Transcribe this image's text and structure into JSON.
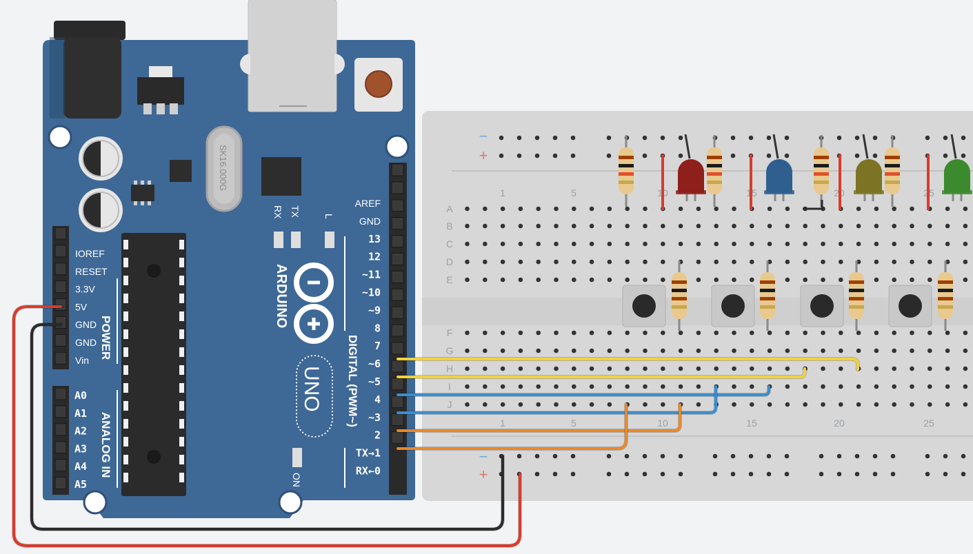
{
  "board": {
    "brand": "ARDUINO",
    "model": "UNO",
    "crystal": "SK16.000G",
    "led_labels": {
      "rx": "RX",
      "tx": "TX",
      "l": "L",
      "on": "ON"
    },
    "digital_header_title": "DIGITAL (PWM~)",
    "power_header_title": "POWER",
    "analog_header_title": "ANALOG IN",
    "digital_pins": [
      "AREF",
      "GND",
      "13",
      "12",
      "~11",
      "~10",
      "~9",
      "8",
      "7",
      "~6",
      "~5",
      "4",
      "~3",
      "2",
      "TX→1",
      "RX←0"
    ],
    "power_pins": [
      "IOREF",
      "RESET",
      "3.3V",
      "5V",
      "GND",
      "GND",
      "Vin"
    ],
    "analog_pins": [
      "A0",
      "A1",
      "A2",
      "A3",
      "A4",
      "A5"
    ]
  },
  "breadboard": {
    "column_numbers": [
      "1",
      "5",
      "10",
      "15",
      "20",
      "25"
    ],
    "rows_top": [
      "A",
      "B",
      "C",
      "D",
      "E"
    ],
    "rows_bottom": [
      "F",
      "G",
      "H",
      "I",
      "J"
    ],
    "rail_minus": "−",
    "rail_plus": "+"
  },
  "components": {
    "led_colors": [
      "#8e1f1a",
      "#2f5f8f",
      "#7c7424",
      "#3c8a2e"
    ],
    "button_count": 4,
    "resistor_count": 8
  },
  "wire_colors": {
    "power_5v": "#d93b2b",
    "ground": "#2b2b2b",
    "pin_7_6": "#f2d23a",
    "pin_5_4": "#3a8fd0",
    "pin_3_2": "#e8892b"
  }
}
